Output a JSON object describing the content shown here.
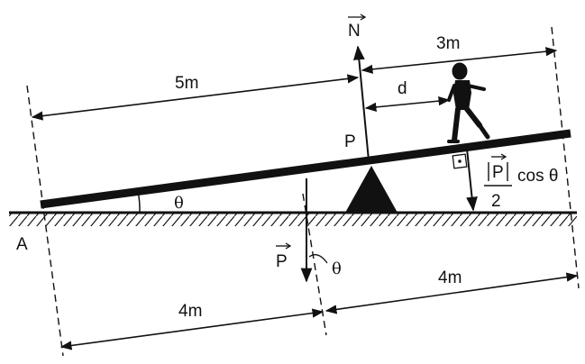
{
  "labels": {
    "n": "N",
    "dist_left": "5m",
    "dist_right": "3m",
    "d": "d",
    "p_pivot": "P",
    "theta_base": "θ",
    "a": "A",
    "p_weight": "P",
    "theta_weight": "θ",
    "component_bar_p": "P",
    "component_cos": "cos θ",
    "component_den": "2",
    "dist_bottom_left": "4m",
    "dist_bottom_right": "4m"
  },
  "colors": {
    "ink": "#111111",
    "background": "#ffffff"
  },
  "icons": [
    "pivot-triangle-icon",
    "person-walking-icon",
    "right-angle-icon"
  ]
}
